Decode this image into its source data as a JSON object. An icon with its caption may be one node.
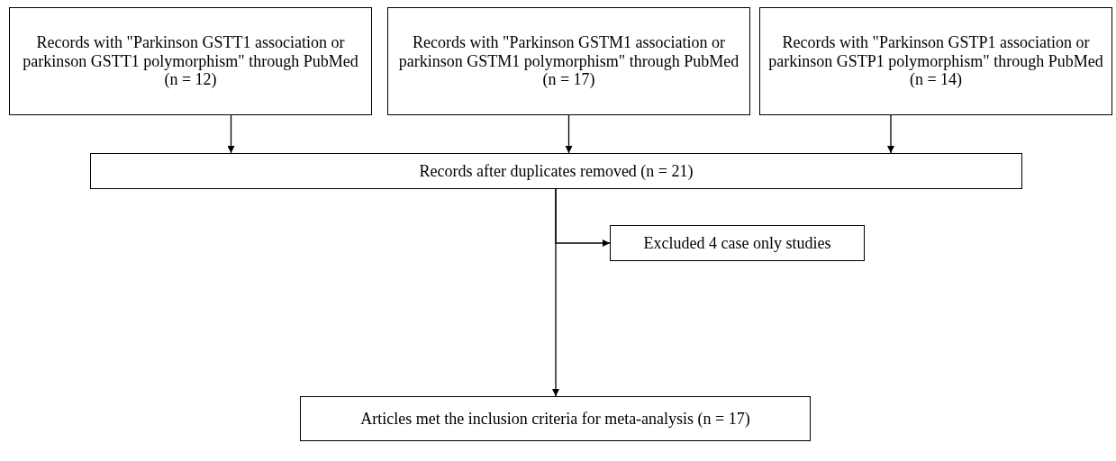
{
  "diagram": {
    "nodes": [
      {
        "text": [
          "Records with \"Parkinson GSTT1 association or parkinson GSTT1 polymorphism\" through PubMed (n = 12)"
        ]
      },
      {
        "text": [
          "Records with \"Parkinson GSTM1 association or parkinson GSTM1 polymorphism\" through PubMed (n = 17)"
        ]
      },
      {
        "text": [
          "Records with \"Parkinson GSTP1 association or parkinson GSTP1 polymorphism\" through PubMed (n = 14)"
        ]
      },
      {
        "text": [
          "Records after duplicates removed (n = 21)"
        ]
      },
      {
        "text": [
          "Excluded 4 case only studies"
        ]
      },
      {
        "text": [
          "Articles met the inclusion criteria for meta-analysis (n = 17)"
        ]
      }
    ],
    "edges": [
      {
        "from": 0,
        "to": 3,
        "arrow": "to"
      },
      {
        "from": 1,
        "to": 3,
        "arrow": "to"
      },
      {
        "from": 2,
        "to": 3,
        "arrow": "to"
      },
      {
        "from": 3,
        "to": 4,
        "arrow": "to"
      },
      {
        "from": 3,
        "to": 5,
        "arrow": "to"
      }
    ]
  }
}
